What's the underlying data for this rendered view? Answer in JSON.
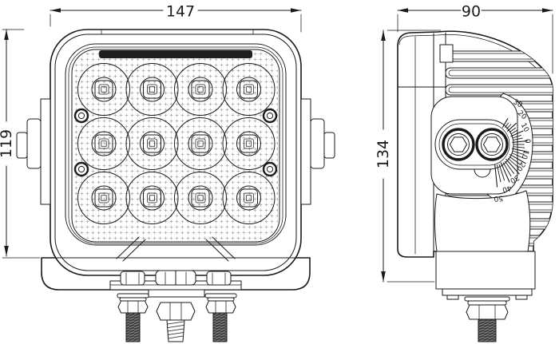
{
  "drawing_type": "dimensioned technical drawing of LED work light, front and side views",
  "dimensions": {
    "front_width": "147",
    "front_height": "119",
    "side_depth": "90",
    "side_height": "134"
  },
  "angle_scale": {
    "labels": [
      "30",
      "20",
      "10",
      "0",
      "10",
      "20",
      "30",
      "40",
      "50"
    ],
    "tick_start_deg": -60,
    "tick_step_deg": 6,
    "tick_count": 25,
    "label_every": 3
  },
  "led_grid": {
    "columns": 4,
    "rows": 3,
    "count": 12
  },
  "colors": {
    "line": "#1a1a1a",
    "background": "#ffffff",
    "lens_grid": "#a8a8a8",
    "thread_fill": "#3d3d3d"
  }
}
